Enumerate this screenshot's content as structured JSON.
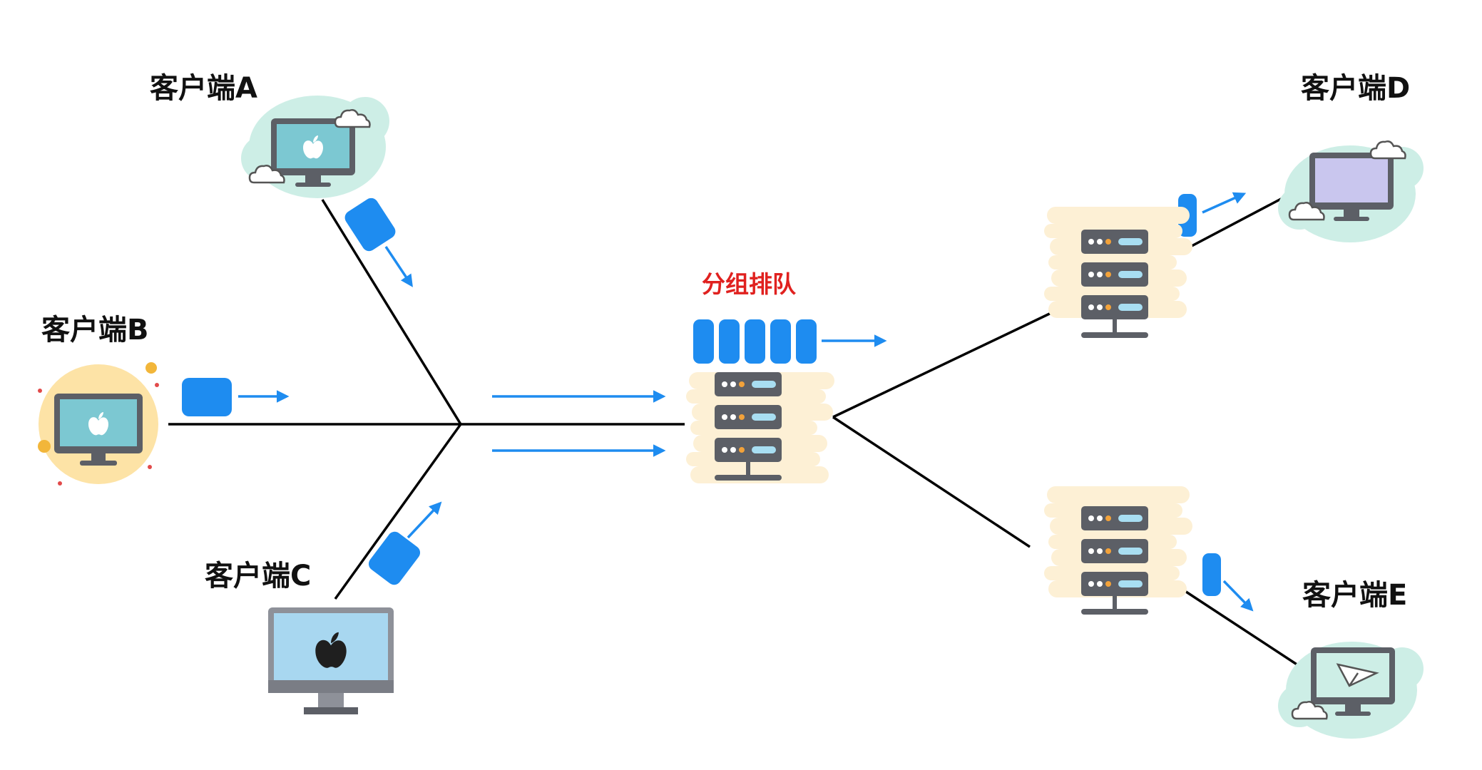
{
  "labels": {
    "client_a": "客户端A",
    "client_b": "客户端B",
    "client_c": "客户端C",
    "client_d": "客户端D",
    "client_e": "客户端E",
    "queue": "分组排队"
  },
  "colors": {
    "packet": "#1e8cf0",
    "arrow": "#1e8cf0",
    "link": "#000000",
    "queue_label": "#e0211f",
    "cloud_bg": "#cdeee6",
    "sun_bg": "#fde3a6",
    "server_bg": "#fdf0d5",
    "screen_blue": "#7cc8d2",
    "screen_lightblue": "#a8d7f0",
    "screen_purple": "#c9c6ee"
  },
  "icons": {
    "client_a": "desktop-apple-cloud-icon",
    "client_b": "desktop-apple-sun-icon",
    "client_c": "desktop-apple-icon",
    "client_d": "desktop-cloud-icon",
    "client_e": "desktop-paper-plane-cloud-icon",
    "router": "server-rack-icon"
  }
}
